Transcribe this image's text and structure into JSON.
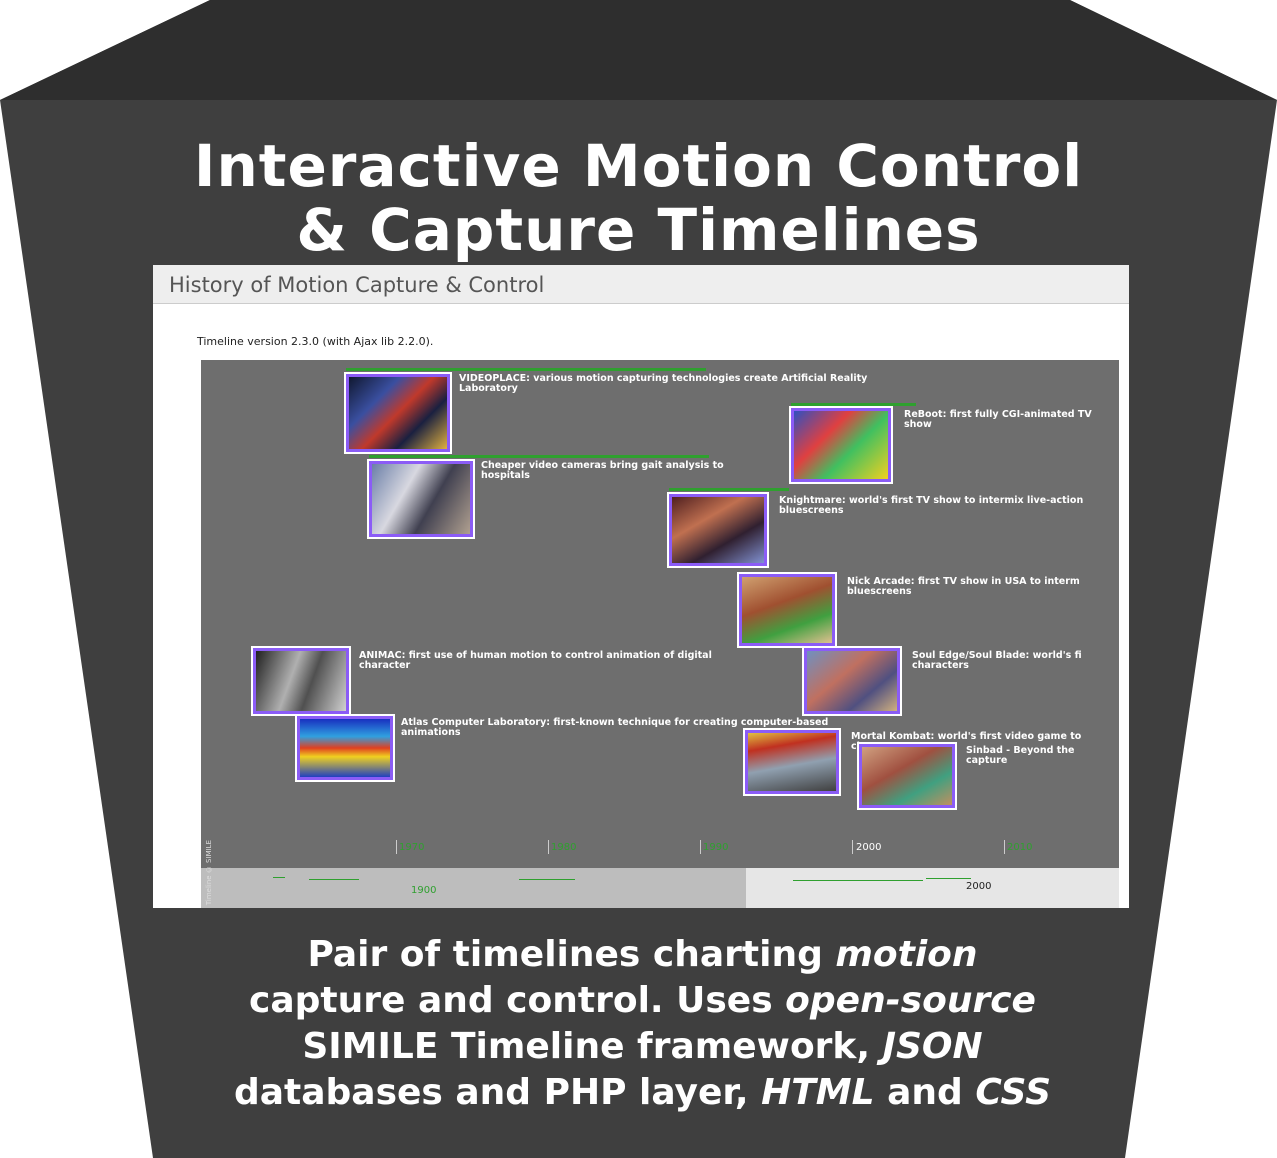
{
  "slide": {
    "title_line1": "Interactive Motion Control",
    "title_line2": "& Capture Timelines",
    "caption_line1_a": "Pair of timelines charting ",
    "caption_line1_b": "motion",
    "caption_line2_a": "capture and control. Uses ",
    "caption_line2_b": "open-source",
    "caption_line3_a": "SIMILE Timeline framework, ",
    "caption_line3_b": "JSON",
    "caption_line4_a": "databases and PHP layer, ",
    "caption_line4_b": "HTML",
    "caption_line4_c": " and ",
    "caption_line4_d": "CSS"
  },
  "app": {
    "title": "History of Motion Capture & Control",
    "version_text": "Timeline version 2.3.0 (with Ajax lib 2.2.0).",
    "credit": "Timeline © SIMILE"
  },
  "events": [
    {
      "label": "VIDEOPLACE: various motion capturing technologies create Artificial Reality Laboratory",
      "icon": "videoplace-thumbnail"
    },
    {
      "label": "Cheaper video cameras bring gait analysis to hospitals",
      "icon": "gait-analysis-thumbnail"
    },
    {
      "label": "ReBoot: first fully CGI-animated TV show",
      "icon": "reboot-thumbnail"
    },
    {
      "label": "Knightmare: world's first TV show to intermix live-action bluescreens",
      "icon": "knightmare-thumbnail"
    },
    {
      "label": "Nick Arcade: first TV show in USA to interm bluescreens",
      "icon": "nick-arcade-thumbnail"
    },
    {
      "label": "ANIMAC: first use of human motion to control animation of digital character",
      "icon": "animac-thumbnail"
    },
    {
      "label": "Soul Edge/Soul Blade: world's fi characters",
      "icon": "soul-edge-thumbnail"
    },
    {
      "label": "Atlas Computer Laboratory: first-known technique for creating computer-based animations",
      "icon": "atlas-thumbnail"
    },
    {
      "label": "Mortal Kombat: world's first video game to characters",
      "icon": "mortal-kombat-thumbnail"
    },
    {
      "label": "Sinbad - Beyond the capture",
      "icon": "sinbad-thumbnail"
    }
  ],
  "ruler": {
    "ticks": [
      "1970",
      "1980",
      "1990",
      "2000",
      "2010"
    ],
    "overview_labels": [
      "1900",
      "2000"
    ]
  },
  "colors": {
    "background": "#3f3f3f",
    "tape": "#2fa02f",
    "thumb_border": "#8b5cf6",
    "timeline_bg": "#6e6e6e"
  }
}
